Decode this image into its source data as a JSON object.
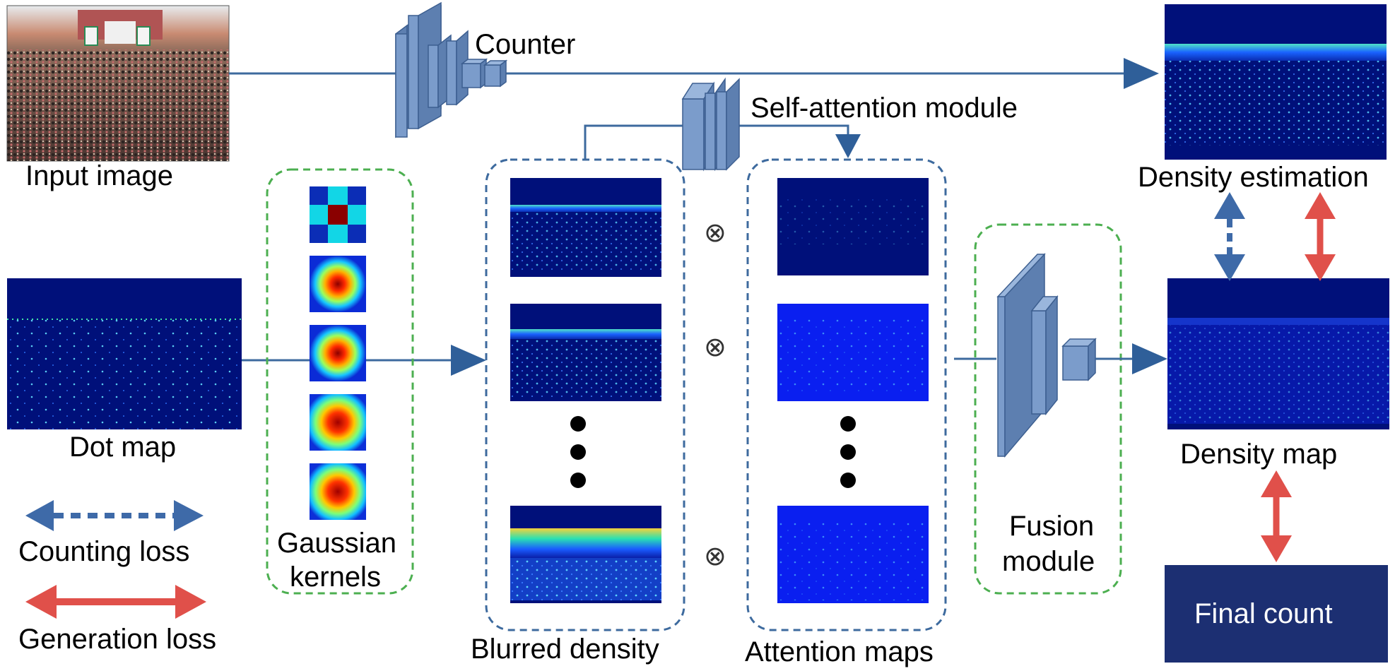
{
  "labels": {
    "input_image": "Input image",
    "counter": "Counter",
    "self_attention": "Self-attention module",
    "density_estimation": "Density estimation",
    "dot_map": "Dot map",
    "gaussian_line1": "Gaussian",
    "gaussian_line2": "kernels",
    "blurred_density": "Blurred density",
    "attention_maps": "Attention maps",
    "fusion_line1": "Fusion",
    "fusion_line2": "module",
    "density_map": "Density map",
    "final_count": "Final count",
    "counting_loss": "Counting loss",
    "generation_loss": "Generation loss"
  },
  "operator_symbol": "⊗",
  "colors": {
    "flow_line": "#3d6a9e",
    "arrow_head": "#2f5f99",
    "counting_loss": "#3e6aa8",
    "generation_loss": "#e0504a",
    "dashed_box_blue": "#3d6a9e",
    "dashed_box_green": "#4caf50",
    "network_block": "#7b9ccb",
    "dark_map": "#00107a",
    "final_count_box": "#1c2f72"
  }
}
